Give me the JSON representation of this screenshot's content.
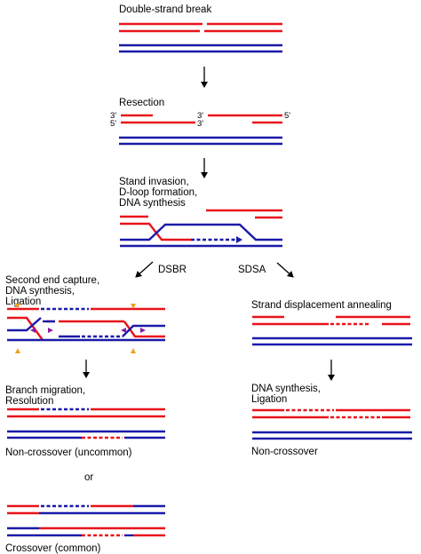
{
  "labels": {
    "double_strand_break": "Double-strand break",
    "resection": "Resection",
    "invasion_1": "Stand invasion,",
    "invasion_2": "D-loop formation,",
    "invasion_3": "DNA synthesis",
    "dsbr": "DSBR",
    "sdsa": "SDSA",
    "capture_1": "Second end capture,",
    "capture_2": "DNA synthesis,",
    "capture_3": "Ligation",
    "strand_displacement": "Strand displacement annealing",
    "branch_1": "Branch migration,",
    "branch_2": "Resolution",
    "synthesis_1": "DNA synthesis,",
    "synthesis_2": "Ligation",
    "non_crossover_uncommon": "Non-crossover (uncommon)",
    "non_crossover": "Non-crossover",
    "or": "or",
    "crossover_common": "Crossover (common)"
  },
  "strand_ends": {
    "three_prime": "3'",
    "five_prime": "5'"
  },
  "colors": {
    "broken_duplex": "#e8141b",
    "template_duplex": "#1a1aa8",
    "cut_marker": "#f0a020",
    "junction_marker": "#8a1aa8"
  }
}
